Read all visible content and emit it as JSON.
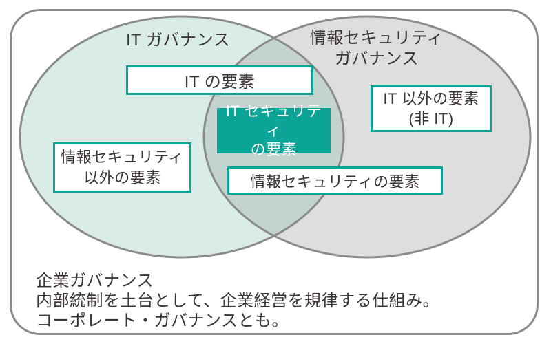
{
  "diagram": {
    "left_circle_label": "IT ガバナンス",
    "right_circle_label": "情報セキュリティ\nガバナンス",
    "boxes": {
      "it_elements": "IT の要素",
      "it_security_elements": "IT セキュリティ\nの要素",
      "non_it_elements": "IT 以外の要素\n(非 IT)",
      "non_infosec_elements": "情報セキュリティ\n以外の要素",
      "infosec_elements": "情報セキュリティの要素"
    }
  },
  "caption": {
    "title": "企業ガバナンス",
    "line1": "内部統制を土台として、企業経営を規律する仕組み。",
    "line2": "コーポレート・ガバナンスとも。"
  },
  "colors": {
    "teal_accent": "#0BA497",
    "left_circle_fill": "#D9ECE8",
    "right_circle_fill": "#DDDEDD",
    "overlap_fill": "#C2D3D0",
    "outline_gray": "#8B8B8B",
    "text_color": "#3B3437"
  }
}
